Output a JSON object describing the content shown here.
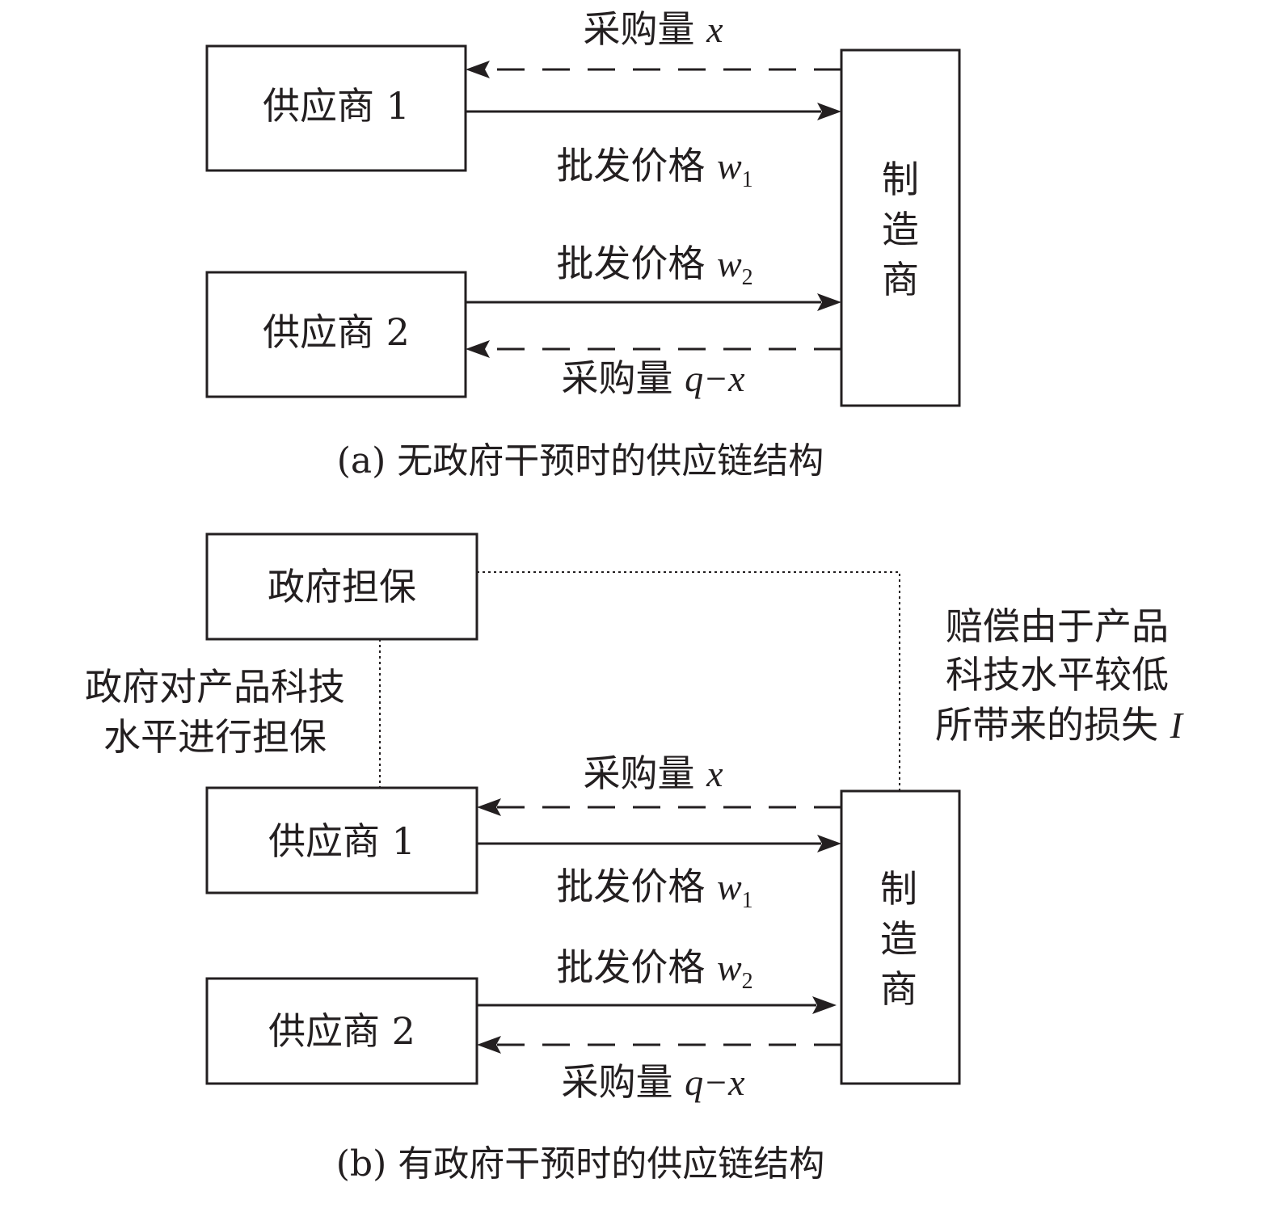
{
  "panel_a": {
    "supplier1": "供应商 1",
    "supplier2": "供应商 2",
    "manufacturer_chars": [
      "制",
      "造",
      "商"
    ],
    "purchase_x": {
      "text": "采购量 ",
      "var": "x"
    },
    "wholesale_w1": {
      "text": "批发价格 ",
      "var": "w",
      "sub": "1"
    },
    "wholesale_w2": {
      "text": "批发价格 ",
      "var": "w",
      "sub": "2"
    },
    "purchase_qx": {
      "text": "采购量 ",
      "var": "q−x"
    },
    "caption": "(a) 无政府干预时的供应链结构"
  },
  "panel_b": {
    "government": "政府担保",
    "gov_note_lines": [
      "政府对产品科技",
      "水平进行担保"
    ],
    "comp_note_lines": [
      "赔偿由于产品",
      "科技水平较低"
    ],
    "comp_note_last": {
      "text": "所带来的损失 ",
      "var": "I"
    },
    "supplier1": "供应商 1",
    "supplier2": "供应商 2",
    "manufacturer_chars": [
      "制",
      "造",
      "商"
    ],
    "purchase_x": {
      "text": "采购量 ",
      "var": "x"
    },
    "wholesale_w1": {
      "text": "批发价格 ",
      "var": "w",
      "sub": "1"
    },
    "wholesale_w2": {
      "text": "批发价格 ",
      "var": "w",
      "sub": "2"
    },
    "purchase_qx": {
      "text": "采购量 ",
      "var": "q−x"
    },
    "caption": "(b) 有政府干预时的供应链结构"
  }
}
